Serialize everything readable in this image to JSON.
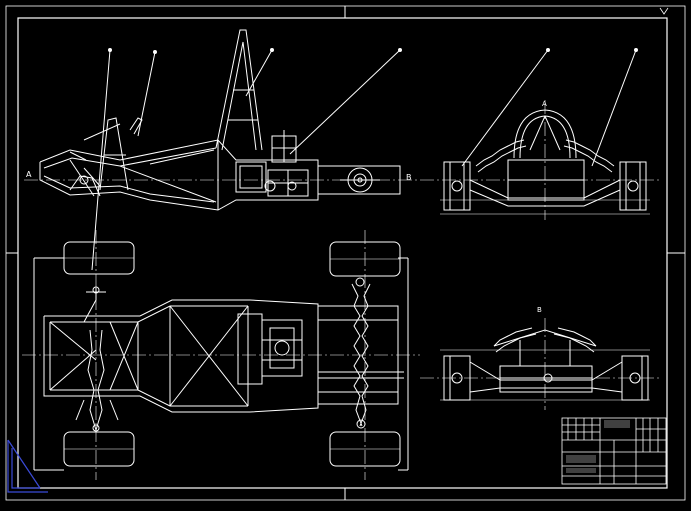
{
  "drawing": {
    "background": "#000000",
    "line_color": "#ffffff",
    "centerline_color": "#ffffff",
    "accent_color": "#3b4bd8",
    "section_labels": {
      "left_a": "A",
      "right_b": "B",
      "front_view": "A",
      "rear_view": "B"
    },
    "title_block": {
      "name_cell": "",
      "material_cell": "",
      "drawing_no_cell": ""
    }
  }
}
